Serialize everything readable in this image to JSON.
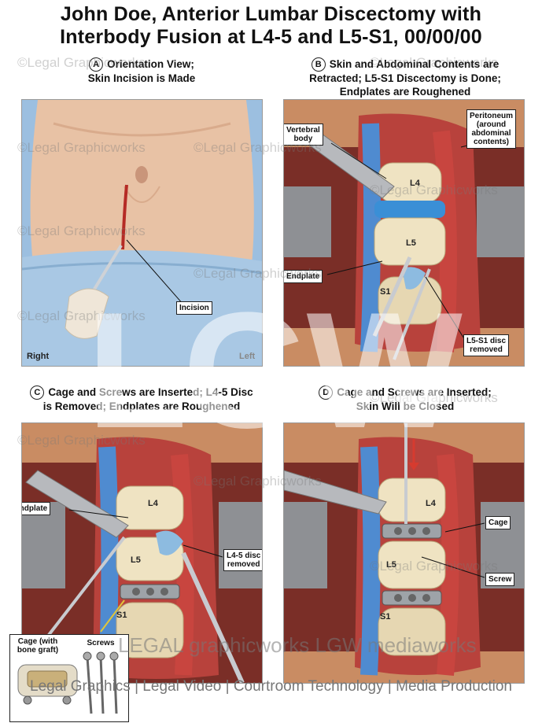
{
  "title_line1": "John Doe, Anterior Lumbar Discectomy with",
  "title_line2": "Interbody Fusion at L4-5 and L5-S1, 00/00/00",
  "panels": {
    "a": {
      "letter": "A",
      "caption_line1": "Orientation View;",
      "caption_line2": "Skin Incision is Made",
      "label_incision": "Incision",
      "corner_right": "Right",
      "corner_left": "Left"
    },
    "b": {
      "letter": "B",
      "caption_line1": "Skin and Abdominal Contents are",
      "caption_line2": "Retracted; L5-S1 Discectomy is Done;",
      "caption_line3": "Endplates are Roughened",
      "label_vertebral_body": "Vertebral\nbody",
      "label_peritoneum": "Peritoneum\n(around\nabdominal\ncontents)",
      "label_endplate": "Endplate",
      "label_disc_removed": "L5-S1 disc\nremoved",
      "label_l4": "L4",
      "label_l5": "L5",
      "label_s1": "S1"
    },
    "c": {
      "letter": "C",
      "caption_line1": "Cage and Screws are Inserted; L4-5 Disc",
      "caption_line2": "is Removed; Endplates are Roughened",
      "label_endplate": "Endplate",
      "label_disc_removed": "L4-5 disc\nremoved",
      "label_l4": "L4",
      "label_l5": "L5",
      "label_s1": "S1",
      "inset_cage": "Cage (with\nbone graft)",
      "inset_screws": "Screws"
    },
    "d": {
      "letter": "D",
      "caption_line1": "Cage and Screws are Inserted;",
      "caption_line2": "Skin Will be Closed",
      "label_cage": "Cage",
      "label_screw": "Screw",
      "label_l4": "L4",
      "label_l5": "L5",
      "label_s1": "S1"
    }
  },
  "watermark": "©Legal Graphicworks",
  "big_watermark": "LGW",
  "footer_brand": "LEGAL graphicworks  LGW mediaworks",
  "footer": "Legal Graphics | Legal Video | Courtroom Technology | Media Production",
  "colors": {
    "skin": "#e8c2a5",
    "drape": "#a9c8e4",
    "tissue": "#b8423c",
    "bone": "#efe3c2",
    "retractor": "#8e9094",
    "disc_spacer": "#3a8fd6"
  }
}
